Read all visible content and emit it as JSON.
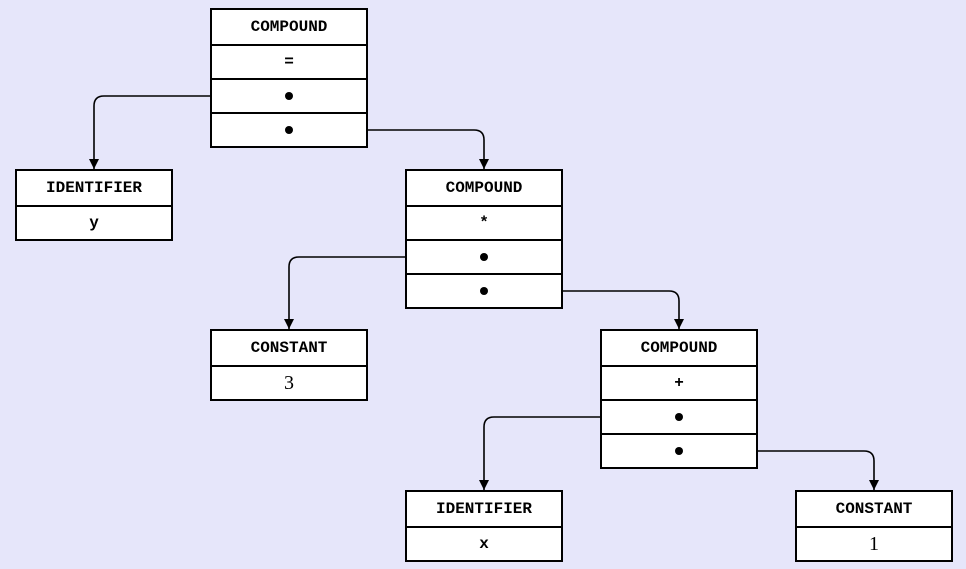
{
  "colors": {
    "background": "#e6e6fa",
    "box_fill": "#ffffff",
    "line": "#000000"
  },
  "nodes": {
    "compound1": {
      "kind": "COMPOUND",
      "op": "="
    },
    "identifier_y": {
      "kind": "IDENTIFIER",
      "value": "y"
    },
    "compound2": {
      "kind": "COMPOUND",
      "op": "*"
    },
    "constant3": {
      "kind": "CONSTANT",
      "value": "3"
    },
    "compound3": {
      "kind": "COMPOUND",
      "op": "+"
    },
    "identifier_x": {
      "kind": "IDENTIFIER",
      "value": "x"
    },
    "constant1": {
      "kind": "CONSTANT",
      "value": "1"
    }
  },
  "edges": [
    {
      "from": "compound1",
      "slot": "left",
      "to": "identifier_y"
    },
    {
      "from": "compound1",
      "slot": "right",
      "to": "compound2"
    },
    {
      "from": "compound2",
      "slot": "left",
      "to": "constant3"
    },
    {
      "from": "compound2",
      "slot": "right",
      "to": "compound3"
    },
    {
      "from": "compound3",
      "slot": "left",
      "to": "identifier_x"
    },
    {
      "from": "compound3",
      "slot": "right",
      "to": "constant1"
    }
  ]
}
